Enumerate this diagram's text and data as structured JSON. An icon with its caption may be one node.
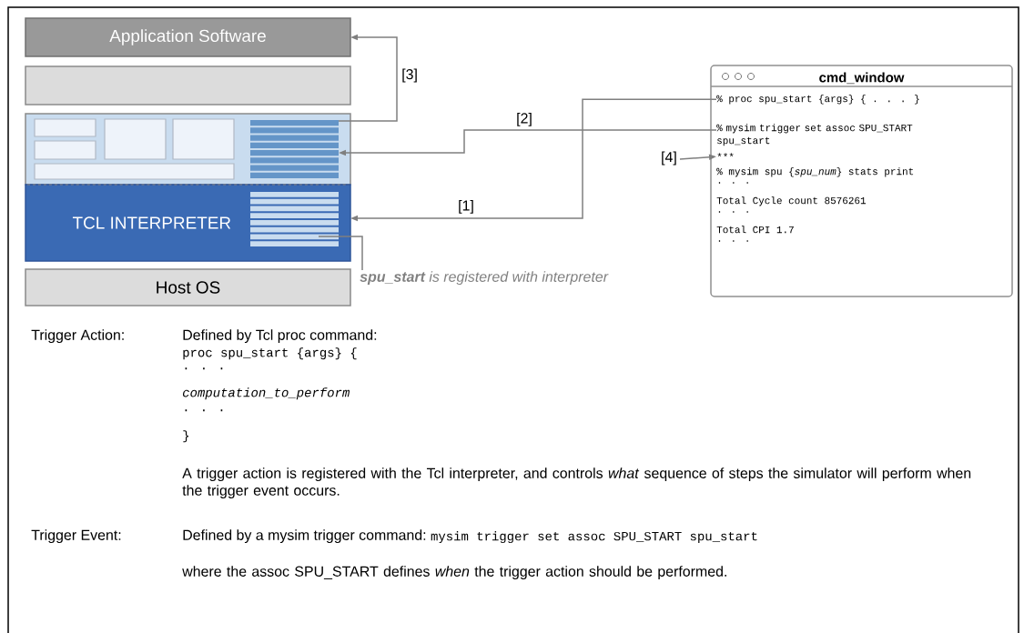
{
  "diagram": {
    "nodes": [
      {
        "text": [
          "Application Software"
        ]
      },
      {
        "text": [],
        "shape": "box"
      },
      {
        "text": [],
        "shape": "box"
      },
      {
        "text": [],
        "shape": "box",
        "in": 2
      },
      {
        "text": [
          "TCL INTERPRETER"
        ]
      },
      {
        "text": [],
        "shape": "box",
        "in": 4
      },
      {
        "text": [
          "Host OS"
        ]
      },
      {
        "text": [
          "cmd_window"
        ]
      },
      {
        "text": [
          "% proc spu_start {args} { . . . }"
        ],
        "in": 7
      },
      {
        "text": [
          "% mysim trigger set assoc SPU_START spu_start"
        ],
        "in": 7
      },
      {
        "text": [
          "***"
        ],
        "in": 7
      },
      {
        "text": [
          "**spu_start** is registered with interpreter"
        ]
      }
    ],
    "edges": [
      {
        "from": 8,
        "to": 4,
        "arrow": "to",
        "label": "[1]"
      },
      {
        "from": 9,
        "to": 3,
        "arrow": "to",
        "label": "[2]"
      },
      {
        "from": 3,
        "to": 0,
        "arrow": "to",
        "label": "[3]"
      },
      {
        "from": null,
        "to": 10,
        "arrow": "to",
        "label": "[4]"
      },
      {
        "from": 5,
        "to": 11,
        "arrow": "none"
      }
    ],
    "labels": [
      "% mysim spu {*spu_num*} stats print",
      ". . .",
      "Total Cycle count 8576261",
      ". . .",
      "Total CPI 1.7",
      ". . .",
      "Trigger Action:",
      "Defined by Tcl proc command:",
      "proc spu_start {args} {",
      ". . .",
      "computation_to_perform",
      ".  .  .",
      "}",
      "A trigger action is registered with the Tcl interpreter, and controls *what* sequence of steps the simulator will perform when the trigger event occurs.",
      "Trigger Event:",
      "Defined by a mysim trigger command:",
      "mysim trigger set assoc SPU_START spu_start",
      "where the assoc SPU_START defines *when* the trigger action should be performed."
    ]
  }
}
